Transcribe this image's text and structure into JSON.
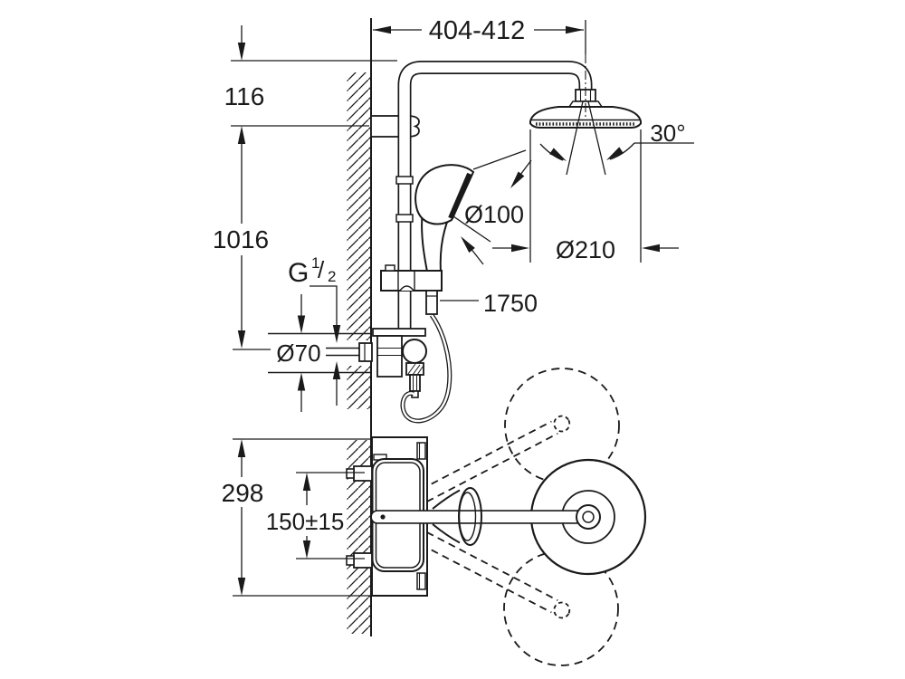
{
  "drawing": {
    "type": "shower-system installation dimension drawing",
    "line_color": "#1a1a1a",
    "background": "#ffffff"
  },
  "dimensions": {
    "arm_reach": "404-412",
    "head_offset": "116",
    "rail_height": "1016",
    "thread_letter": "G",
    "thread_sup": "1",
    "thread_slash": "/",
    "thread_sub": "2",
    "escutcheon_diameter": "Ø70",
    "hand_shower_diameter": "Ø100",
    "head_shower_diameter": "Ø210",
    "head_swivel_angle": "30°",
    "hose_length": "1750",
    "valve_height": "298",
    "port_spacing": "150±15"
  }
}
